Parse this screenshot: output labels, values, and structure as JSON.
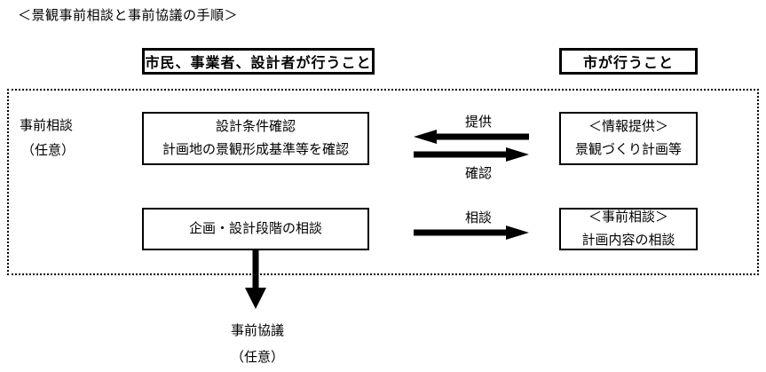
{
  "title": "＜景観事前相談と事前協議の手順＞",
  "headers": {
    "citizen_side": "市民、事業者、設計者が行うこと",
    "city_side": "市が行うこと"
  },
  "stage": {
    "name": "事前相談",
    "qualifier": "（任意）"
  },
  "boxes": {
    "design_condition": {
      "line1": "設計条件確認",
      "line2": "計画地の景観形成基準等を確認"
    },
    "planning_consultation": {
      "line1": "企画・設計段階の相談"
    },
    "information_provision": {
      "line1": "＜情報提供＞",
      "line2": "景観づくり計画等"
    },
    "prior_consultation": {
      "line1": "＜事前相談＞",
      "line2": "計画内容の相談"
    }
  },
  "arrows": {
    "provide": "提供",
    "confirm": "確認",
    "consult": "相談"
  },
  "bottom": {
    "line1": "事前協議",
    "line2": "（任意）"
  },
  "colors": {
    "ink": "#000000",
    "paper": "#ffffff"
  }
}
